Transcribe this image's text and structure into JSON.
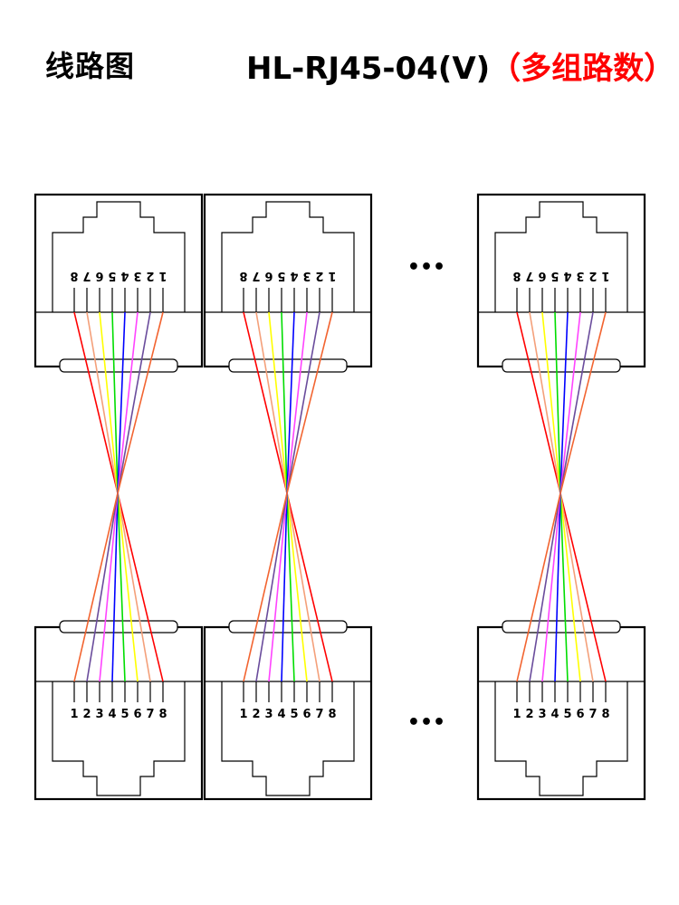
{
  "header": {
    "title": "线路图",
    "model": "HL-RJ45-04(V)",
    "model_note": "（多组路数）"
  },
  "diagram": {
    "ellipsis": "•••",
    "modules": [
      {
        "name": "module-1"
      },
      {
        "name": "module-2"
      },
      {
        "name": "module-3"
      }
    ],
    "top_pin_labels": [
      "8",
      "7",
      "6",
      "5",
      "4",
      "3",
      "2",
      "1"
    ],
    "bottom_pin_labels": [
      "1",
      "2",
      "3",
      "4",
      "5",
      "6",
      "7",
      "8"
    ],
    "wire_colors": {
      "pin1": "#f26430",
      "pin2": "#6a4c9c",
      "pin3": "#ff44ff",
      "pin4": "#0000ff",
      "pin5": "#00dd00",
      "pin6": "#ffff00",
      "pin7": "#f4a07a",
      "pin8": "#ff0000"
    },
    "line_color": "#000000"
  }
}
